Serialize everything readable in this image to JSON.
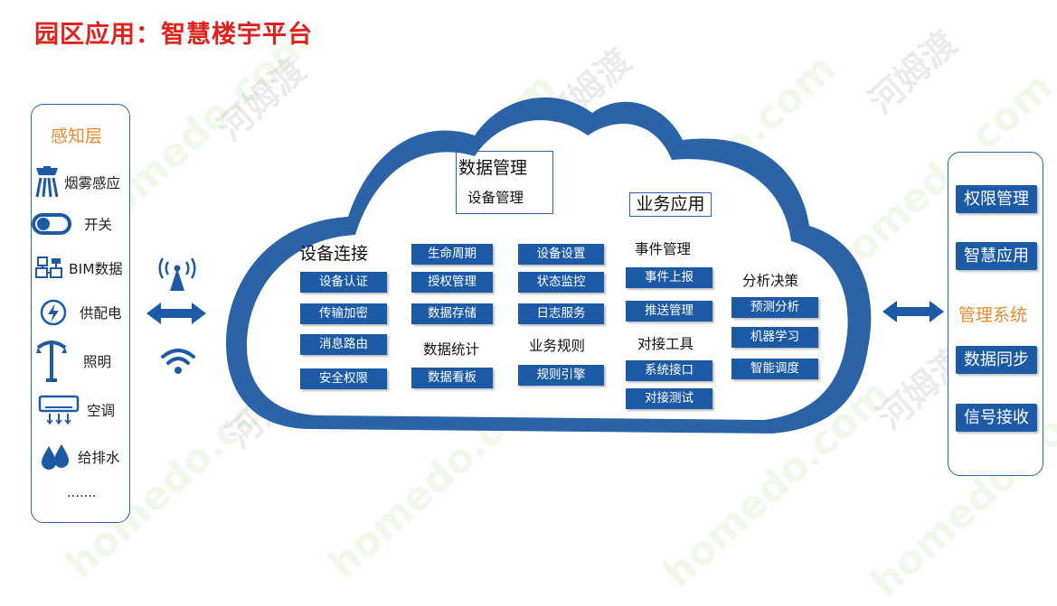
{
  "title": "园区应用：智慧楼宇平台",
  "watermark": {
    "text": "homedo.com",
    "cn": "河姆渡"
  },
  "perception_layer": {
    "title": "感知层",
    "items": [
      {
        "label": "烟雾感应",
        "icon": "smoke-detector-icon"
      },
      {
        "label": "开关",
        "icon": "switch-icon"
      },
      {
        "label": "BIM数据",
        "icon": "bim-data-icon"
      },
      {
        "label": "供配电",
        "icon": "power-supply-icon"
      },
      {
        "label": "照明",
        "icon": "street-lamp-icon"
      },
      {
        "label": "空调",
        "icon": "air-conditioner-icon"
      },
      {
        "label": "给排水",
        "icon": "water-drops-icon"
      }
    ],
    "more": "……."
  },
  "cloud": {
    "data_management": {
      "title": "数据管理",
      "sub": "设备管理"
    },
    "device_connection": {
      "title": "设备连接",
      "buttons": [
        "设备认证",
        "传输加密",
        "消息路由",
        "安全权限"
      ]
    },
    "lifecycle_col": {
      "buttons": [
        "生命周期",
        "授权管理",
        "数据存储"
      ],
      "stats_title": "数据统计",
      "stats_button": "数据看板"
    },
    "device_settings_col": {
      "buttons": [
        "设备设置",
        "状态监控",
        "日志服务"
      ],
      "rules_title": "业务规则",
      "rules_button": "规则引擎"
    },
    "business_app": {
      "title": "业务应用",
      "event_title": "事件管理",
      "event_buttons": [
        "事件上报",
        "推送管理"
      ],
      "dock_title": "对接工具",
      "dock_buttons": [
        "系统接口",
        "对接测试"
      ]
    },
    "analysis": {
      "title": "分析决策",
      "buttons": [
        "预测分析",
        "机器学习",
        "智能调度"
      ]
    }
  },
  "management": {
    "buttons_top": [
      "权限管理",
      "智慧应用"
    ],
    "label": "管理系统",
    "buttons_bottom": [
      "数据同步",
      "信号接收"
    ]
  },
  "colors": {
    "title": "#e0221c",
    "accent_orange": "#e88a2e",
    "button_blue": "#1c5aa6",
    "cloud_blue": "#2b63a6"
  }
}
